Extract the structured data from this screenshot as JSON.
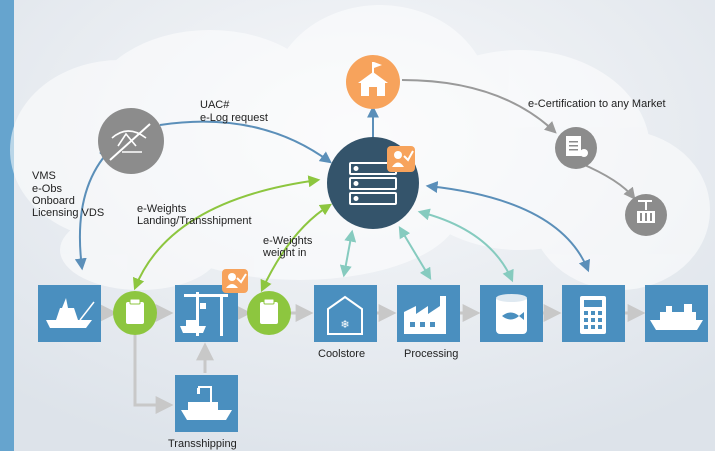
{
  "labels": {
    "vms": "VMS",
    "eobs": "e-Obs",
    "onboard": "Onboard",
    "licensing": "Licensing VDS",
    "uac": "UAC#",
    "elog": "e-Log request",
    "ecert": "e-Certification to any Market",
    "eweights1": "e-Weights",
    "landing": "Landing/Transshipment",
    "eweights2": "e-Weights",
    "weightin": "weight in",
    "coolstore": "Coolstore",
    "processing": "Processing",
    "transshipping": "Transshipping"
  },
  "colors": {
    "blue_box": "#4a8fbf",
    "green": "#8dc63f",
    "orange": "#f7a35c",
    "gray_circle": "#8c8c8c",
    "hub": "#34546b",
    "arrow_blue": "#5b8fb9",
    "arrow_green": "#8dc63f",
    "arrow_teal": "#86cbbf",
    "arrow_gray": "#9a9a9a"
  },
  "icons": {
    "hub": "server-stack-icon",
    "authority": "government-building-icon",
    "logbook": "satellite-off-icon",
    "certificate": "certificate-icon",
    "market": "crane-cargo-icon",
    "vessel": "fishing-vessel-icon",
    "clipboard": "clipboard-icon",
    "port": "port-crane-icon",
    "coolstore": "coolstore-icon",
    "factory": "factory-icon",
    "can": "fish-can-icon",
    "calculator": "calculator-icon",
    "cargo": "cargo-ship-icon",
    "inspector": "inspector-icon"
  }
}
